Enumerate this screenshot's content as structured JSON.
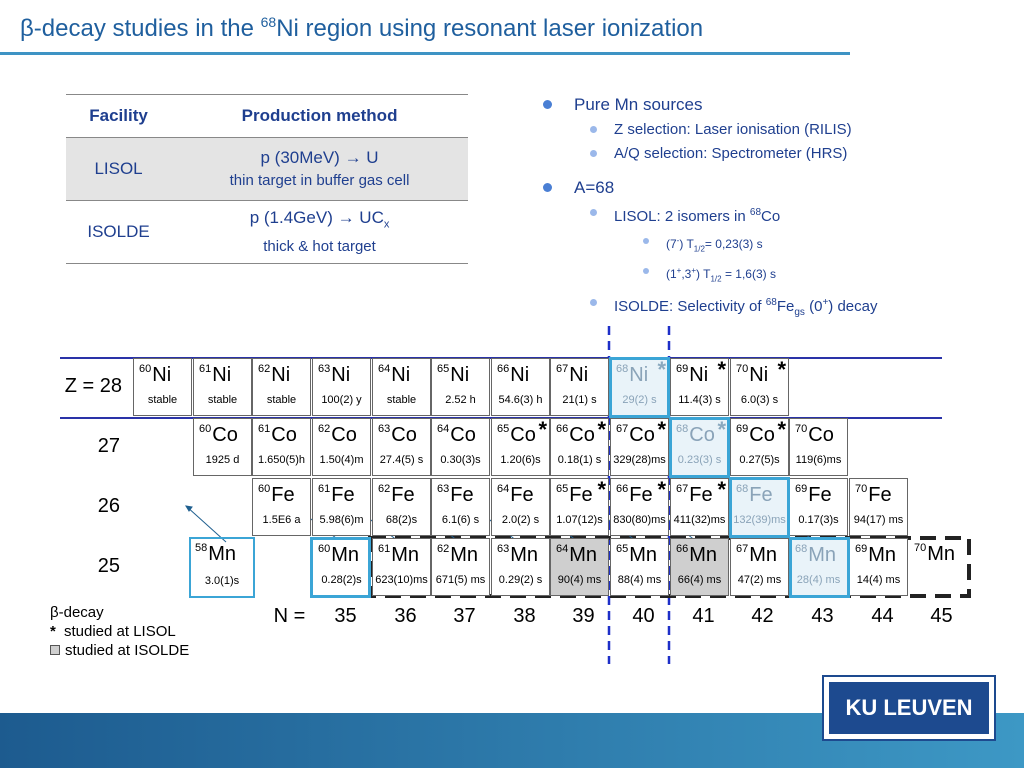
{
  "title": {
    "pre": "β-decay studies in the ",
    "sup": "68",
    "post": "Ni region using resonant laser ionization"
  },
  "table": {
    "headers": [
      "Facility",
      "Production method"
    ],
    "rows": [
      {
        "facility": "LISOL",
        "main": "p (30MeV) → U",
        "sub": "thin target in buffer gas cell"
      },
      {
        "facility": "ISOLDE",
        "main": "p (1.4GeV) → UC",
        "main_sub": "x",
        "sub": "thick & hot target"
      }
    ]
  },
  "bullets": {
    "b1": "Pure Mn sources",
    "b1a": "Z selection: Laser ionisation (RILIS)",
    "b1b": "A/Q selection: Spectrometer (HRS)",
    "b2": "A=68",
    "b2a_pre": "LISOL: 2 isomers in ",
    "b2a_sup": "68",
    "b2a_post": "Co",
    "b2a1_pre": "(7",
    "b2a1_sup": "-",
    "b2a1_mid": ") T",
    "b2a1_sub": "1/2",
    "b2a1_post": "= 0,23(3) s",
    "b2a2_pre": "(1",
    "b2a2_sup1": "+",
    "b2a2_mid1": ",3",
    "b2a2_sup2": "+",
    "b2a2_mid2": ") T",
    "b2a2_sub": "1/2",
    "b2a2_post": " = 1,6(3) s",
    "b2b_pre": "ISOLDE: Selectivity of ",
    "b2b_sup": "68",
    "b2b_mid": "Fe",
    "b2b_sub": "gs",
    "b2b_mid2": " (0",
    "b2b_sup2": "+",
    "b2b_post": ") decay"
  },
  "chart_labels": {
    "z_prefix": "Z =",
    "z": [
      "28",
      "27",
      "26",
      "25"
    ],
    "n_prefix": "N =",
    "n": [
      "35",
      "36",
      "37",
      "38",
      "39",
      "40",
      "41",
      "42",
      "43",
      "44",
      "45"
    ]
  },
  "nuclides": [
    {
      "a": "60",
      "el": "Ni",
      "hl": "stable",
      "star": ""
    },
    {
      "a": "61",
      "el": "Ni",
      "hl": "stable",
      "star": ""
    },
    {
      "a": "62",
      "el": "Ni",
      "hl": "stable",
      "star": ""
    },
    {
      "a": "63",
      "el": "Ni",
      "hl": "100(2) y",
      "star": ""
    },
    {
      "a": "64",
      "el": "Ni",
      "hl": "stable",
      "star": ""
    },
    {
      "a": "65",
      "el": "Ni",
      "hl": "2.52 h",
      "star": ""
    },
    {
      "a": "66",
      "el": "Ni",
      "hl": "54.6(3) h",
      "star": ""
    },
    {
      "a": "67",
      "el": "Ni",
      "hl": "21(1) s",
      "star": ""
    },
    {
      "a": "68",
      "el": "Ni",
      "hl": "29(2) s",
      "star": "*"
    },
    {
      "a": "69",
      "el": "Ni",
      "hl": "11.4(3) s",
      "star": "*"
    },
    {
      "a": "70",
      "el": "Ni",
      "hl": "6.0(3) s",
      "star": "*"
    },
    {
      "a": "60",
      "el": "Co",
      "hl": "1925 d",
      "star": ""
    },
    {
      "a": "61",
      "el": "Co",
      "hl": "1.650(5)h",
      "star": ""
    },
    {
      "a": "62",
      "el": "Co",
      "hl": "1.50(4)m",
      "star": ""
    },
    {
      "a": "63",
      "el": "Co",
      "hl": "27.4(5) s",
      "star": ""
    },
    {
      "a": "64",
      "el": "Co",
      "hl": "0.30(3)s",
      "star": ""
    },
    {
      "a": "65",
      "el": "Co",
      "hl": "1.20(6)s",
      "star": "*"
    },
    {
      "a": "66",
      "el": "Co",
      "hl": "0.18(1) s",
      "star": "*"
    },
    {
      "a": "67",
      "el": "Co",
      "hl": "329(28)ms",
      "star": "*"
    },
    {
      "a": "68",
      "el": "Co",
      "hl": "0.23(3) s",
      "star": "*"
    },
    {
      "a": "69",
      "el": "Co",
      "hl": "0.27(5)s",
      "star": "*"
    },
    {
      "a": "70",
      "el": "Co",
      "hl": "119(6)ms",
      "star": ""
    },
    {
      "a": "60",
      "el": "Fe",
      "hl": "1.5E6 a",
      "star": ""
    },
    {
      "a": "61",
      "el": "Fe",
      "hl": "5.98(6)m",
      "star": ""
    },
    {
      "a": "62",
      "el": "Fe",
      "hl": "68(2)s",
      "star": ""
    },
    {
      "a": "63",
      "el": "Fe",
      "hl": "6.1(6) s",
      "star": ""
    },
    {
      "a": "64",
      "el": "Fe",
      "hl": "2.0(2) s",
      "star": ""
    },
    {
      "a": "65",
      "el": "Fe",
      "hl": "1.07(12)s",
      "star": "*"
    },
    {
      "a": "66",
      "el": "Fe",
      "hl": "830(80)ms",
      "star": "*"
    },
    {
      "a": "67",
      "el": "Fe",
      "hl": "411(32)ms",
      "star": "*"
    },
    {
      "a": "68",
      "el": "Fe",
      "hl": "132(39)ms",
      "star": ""
    },
    {
      "a": "69",
      "el": "Fe",
      "hl": "0.17(3)s",
      "star": ""
    },
    {
      "a": "70",
      "el": "Fe",
      "hl": "94(17) ms",
      "star": ""
    },
    {
      "a": "58",
      "el": "Mn",
      "hl": "3.0(1)s",
      "star": ""
    },
    {
      "a": "60",
      "el": "Mn",
      "hl": "0.28(2)s",
      "star": ""
    },
    {
      "a": "61",
      "el": "Mn",
      "hl": "623(10)ms",
      "star": ""
    },
    {
      "a": "62",
      "el": "Mn",
      "hl": "671(5) ms",
      "star": ""
    },
    {
      "a": "63",
      "el": "Mn",
      "hl": "0.29(2) s",
      "star": ""
    },
    {
      "a": "64",
      "el": "Mn",
      "hl": "90(4) ms",
      "star": ""
    },
    {
      "a": "65",
      "el": "Mn",
      "hl": "88(4) ms",
      "star": ""
    },
    {
      "a": "66",
      "el": "Mn",
      "hl": "66(4) ms",
      "star": ""
    },
    {
      "a": "67",
      "el": "Mn",
      "hl": "47(2) ms",
      "star": ""
    },
    {
      "a": "68",
      "el": "Mn",
      "hl": "28(4) ms",
      "star": ""
    },
    {
      "a": "69",
      "el": "Mn",
      "hl": "14(4) ms",
      "star": ""
    },
    {
      "a": "70",
      "el": "Mn",
      "hl": "",
      "star": ""
    }
  ],
  "legend": {
    "beta": "β-decay",
    "star_sym": "*",
    "lisol": "studied at LISOL",
    "isolde": "studied at ISOLDE"
  },
  "logo": "KU LEUVEN",
  "colors": {
    "title": "#1f5f9e",
    "text_blue": "#1f3f8f",
    "highlight": "#3ba5d6",
    "chart_line": "#2a33a8",
    "logo": "#1d4a8f"
  }
}
